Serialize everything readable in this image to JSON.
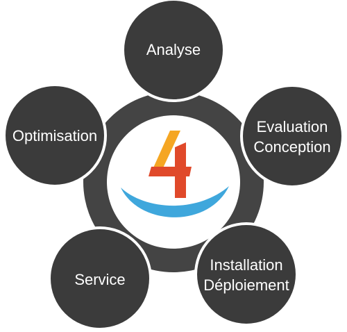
{
  "diagram": {
    "nodes": [
      {
        "id": "analyse",
        "lines": [
          "Analyse"
        ]
      },
      {
        "id": "evaluation-conception",
        "lines": [
          "Evaluation",
          "Conception"
        ]
      },
      {
        "id": "installation-deploiement",
        "lines": [
          "Installation",
          "Déploiement"
        ]
      },
      {
        "id": "service",
        "lines": [
          "Service"
        ]
      },
      {
        "id": "optimisation",
        "lines": [
          "Optimisation"
        ]
      }
    ],
    "center": {
      "logo_glyph": "4",
      "logo_name": "four-with-wave-logo"
    },
    "colors": {
      "ring": "#444444",
      "node_fill": "#3b3b3b",
      "node_stroke": "#ffffff",
      "center_fill": "#ffffff",
      "logo_orange_light": "#f5a623",
      "logo_orange_dark": "#e0492a",
      "logo_wave": "#3fa7dc",
      "label": "#ffffff"
    }
  }
}
